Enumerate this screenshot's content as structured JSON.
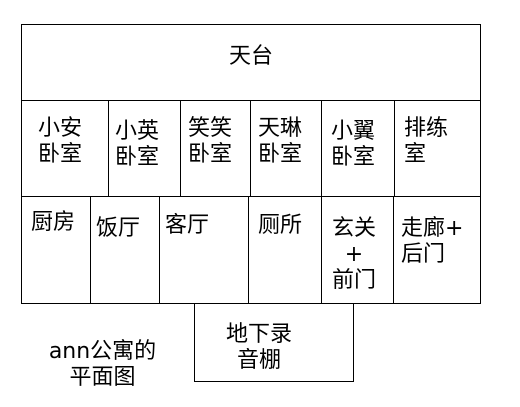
{
  "plan": {
    "terrace": "天台",
    "rooms_top": [
      "小安\n卧室",
      "小英\n卧室",
      "笑笑\n卧室",
      "天琳\n卧室",
      "小翼\n卧室",
      "排练\n室"
    ],
    "rooms_bottom": [
      "厨房",
      "饭厅",
      "客厅",
      "厕所",
      "玄关\n+\n前门",
      "走廊+\n后门"
    ],
    "basement": "地下录\n音棚",
    "caption": "ann公寓的\n平面图"
  }
}
